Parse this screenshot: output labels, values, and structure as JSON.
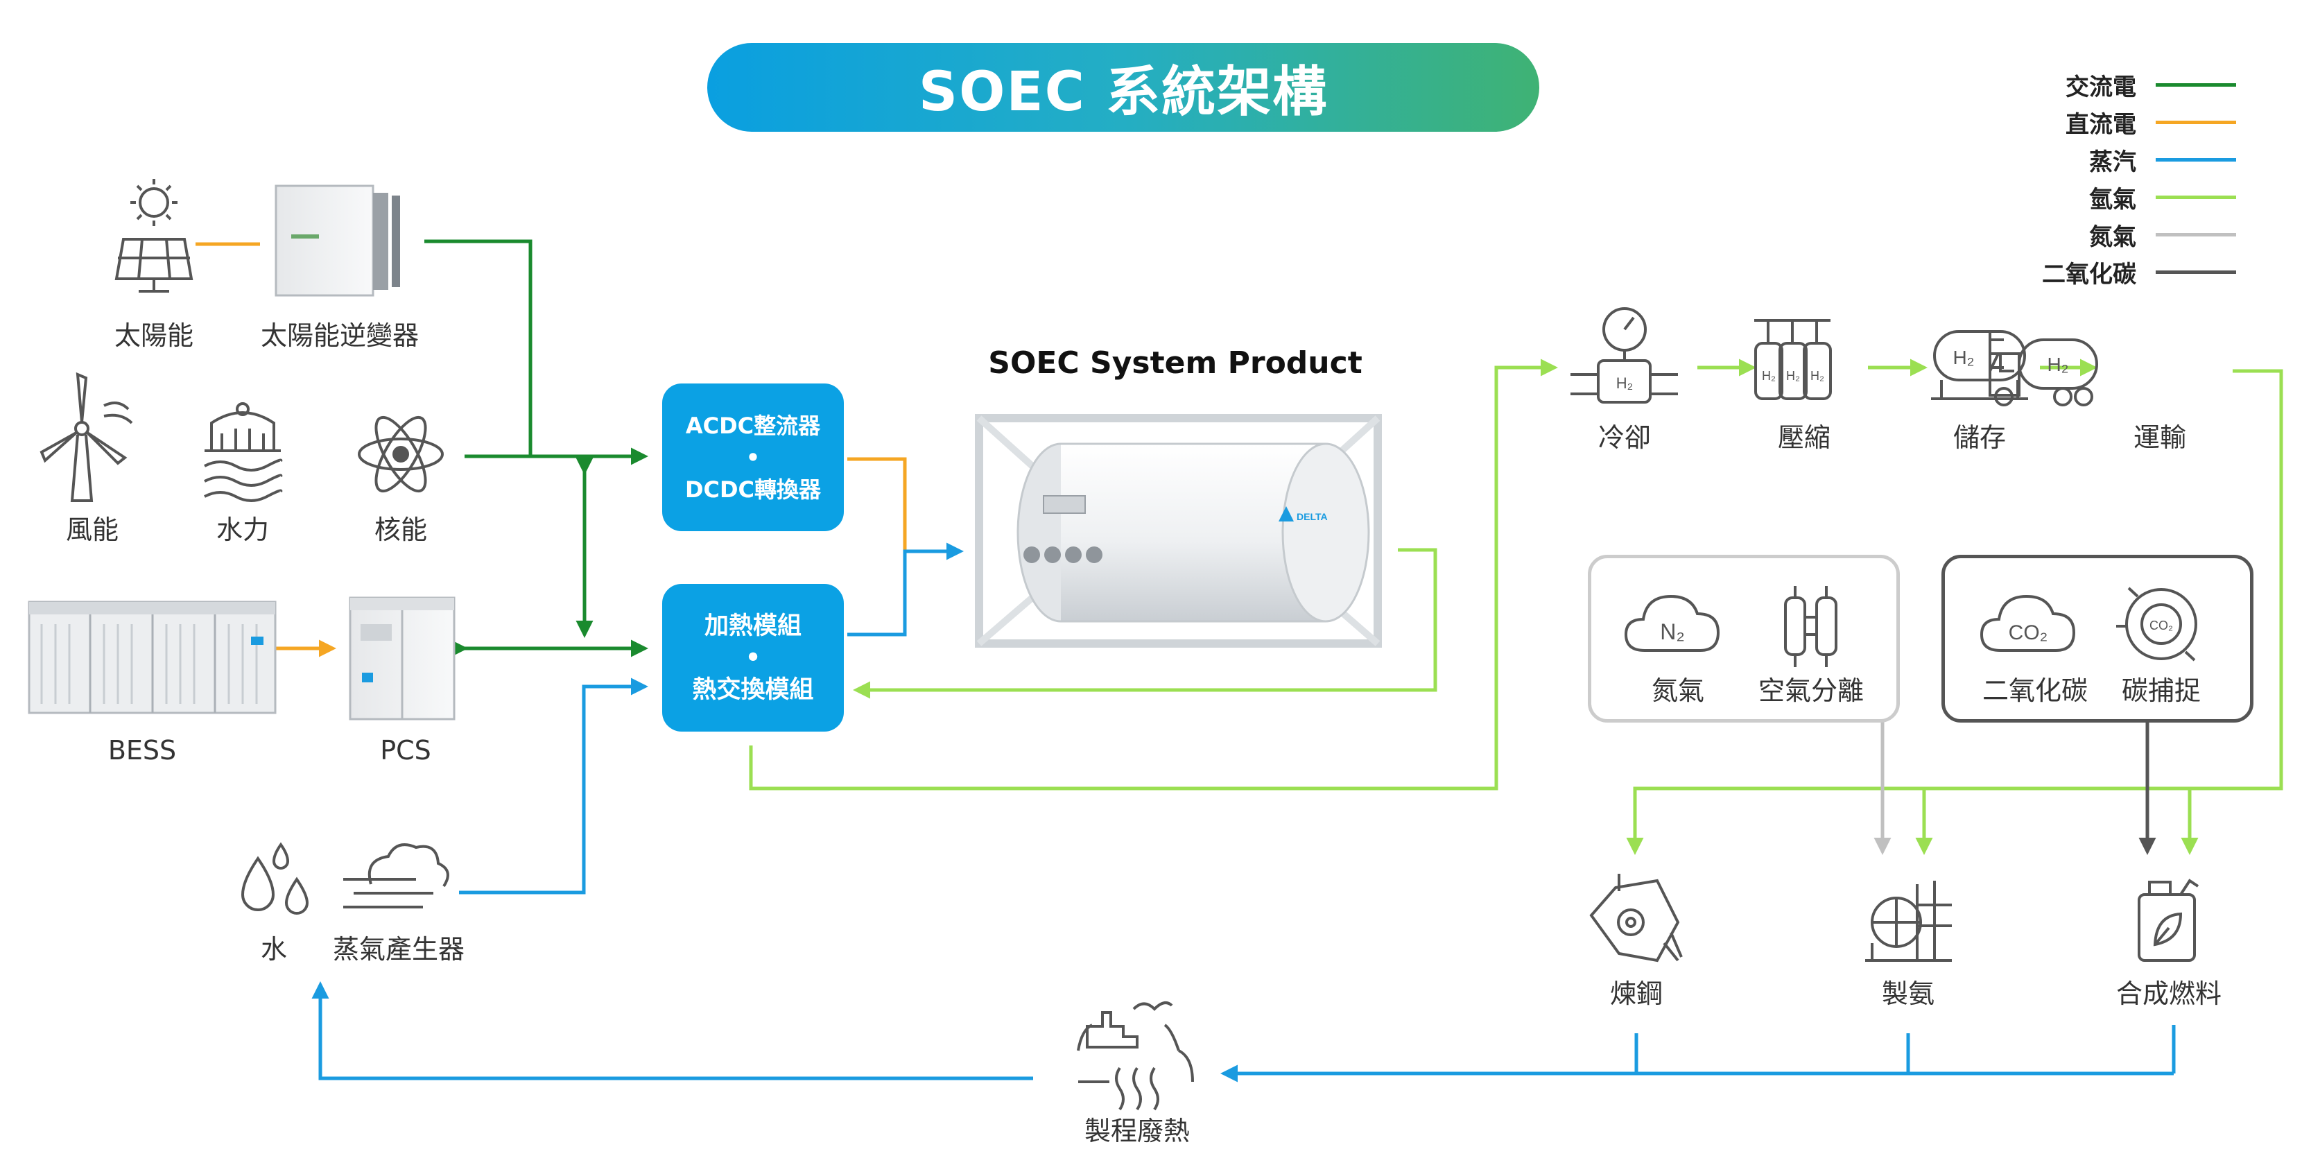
{
  "title": "SOEC 系統架構",
  "legend": [
    {
      "label": "交流電",
      "color": "#1a8a2e"
    },
    {
      "label": "直流電",
      "color": "#f5a623"
    },
    {
      "label": "蒸汽",
      "color": "#1a9be0"
    },
    {
      "label": "氫氣",
      "color": "#9bdf52"
    },
    {
      "label": "氮氣",
      "color": "#c0c0c0"
    },
    {
      "label": "二氧化碳",
      "color": "#555555"
    }
  ],
  "sources": {
    "solar": "太陽能",
    "inverter": "太陽能逆變器",
    "wind": "風能",
    "hydro": "水力",
    "nuclear": "核能",
    "bess": "BESS",
    "pcs": "PCS",
    "water": "水",
    "steam_gen": "蒸氣產生器"
  },
  "modules": {
    "rectifier_line1": "ACDC整流器",
    "rectifier_dot": "•",
    "rectifier_line2": "DCDC轉換器",
    "heat_line1": "加熱模組",
    "heat_dot": "•",
    "heat_line2": "熱交換模組"
  },
  "product_title": "SOEC System Product",
  "product_logo": "DELTA",
  "hydrogen_chain": {
    "cool": "冷卻",
    "compress": "壓縮",
    "store": "儲存",
    "transport": "運輸",
    "h2": "H₂"
  },
  "nitrogen_box": {
    "nitrogen": "氮氣",
    "air_sep": "空氣分離",
    "n2": "N₂"
  },
  "co2_box": {
    "co2": "二氧化碳",
    "capture": "碳捕捉",
    "co2_glyph": "CO₂"
  },
  "outputs": {
    "steel": "煉鋼",
    "ammonia": "製氨",
    "fuel": "合成燃料",
    "waste_heat": "製程廢熱"
  }
}
